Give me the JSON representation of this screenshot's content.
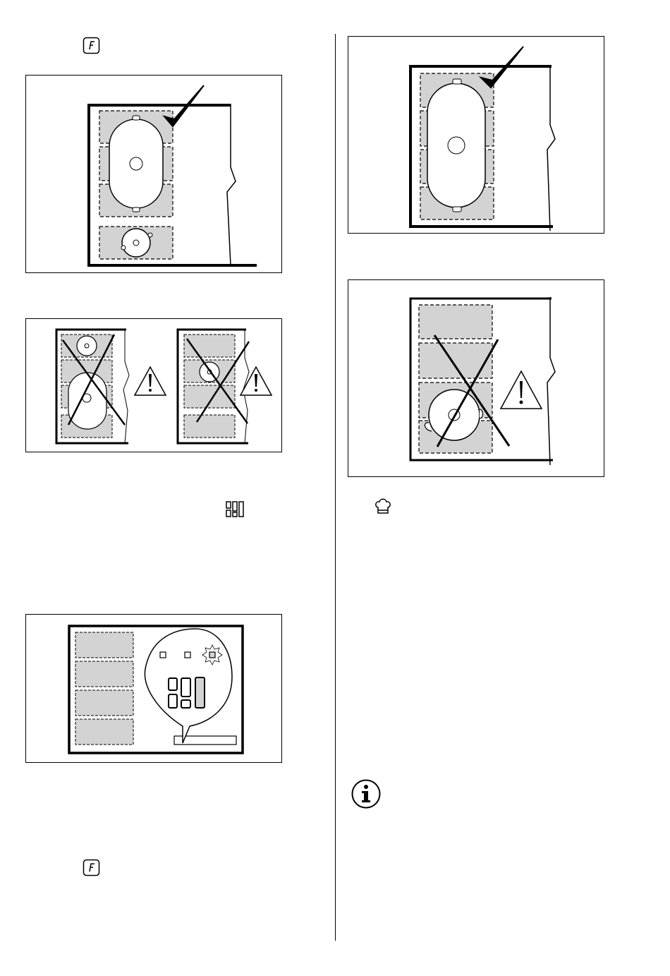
{
  "figures": [
    {
      "name": "figure-correct-bridge-left",
      "status": "correct"
    },
    {
      "name": "figure-incorrect-pairs-left",
      "status": "incorrect"
    },
    {
      "name": "figure-display-bridge-left",
      "status": "info"
    },
    {
      "name": "figure-correct-bridge-right",
      "status": "correct"
    },
    {
      "name": "figure-incorrect-small-pot-right",
      "status": "incorrect"
    }
  ],
  "icons": {
    "function_key": "f-key-icon",
    "bridge_symbol": "bridge-zone-icon",
    "chef_hat": "chef-hat-icon",
    "info": "info-icon",
    "warning": "warning-icon",
    "check": "check-mark-icon",
    "cross": "cross-mark-icon"
  },
  "colors": {
    "zone_fill": "#d3d3d3",
    "line": "#000000",
    "background": "#ffffff"
  }
}
